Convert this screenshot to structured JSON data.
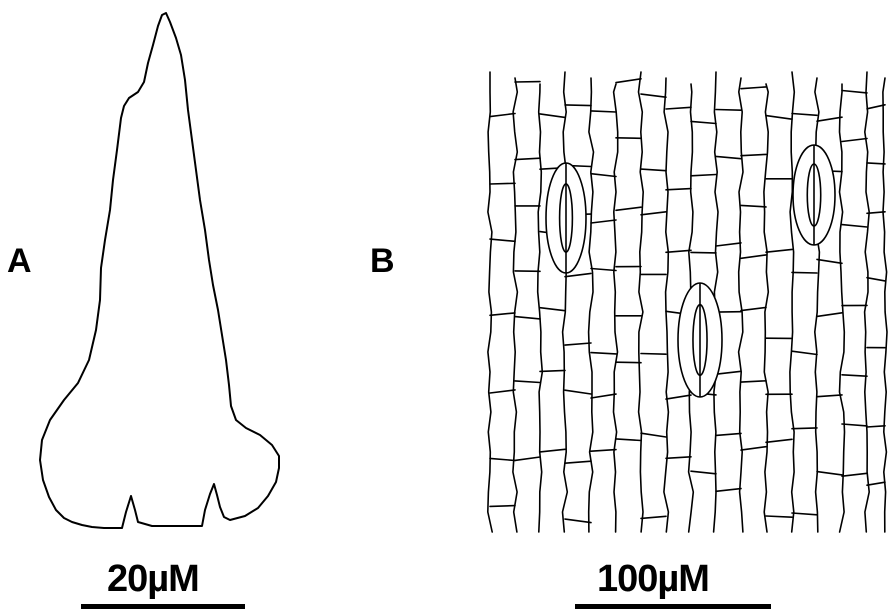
{
  "figure": {
    "panel_a": {
      "label": "A",
      "scale_text": "20µM"
    },
    "panel_b": {
      "label": "B",
      "scale_text": "100µM"
    }
  }
}
